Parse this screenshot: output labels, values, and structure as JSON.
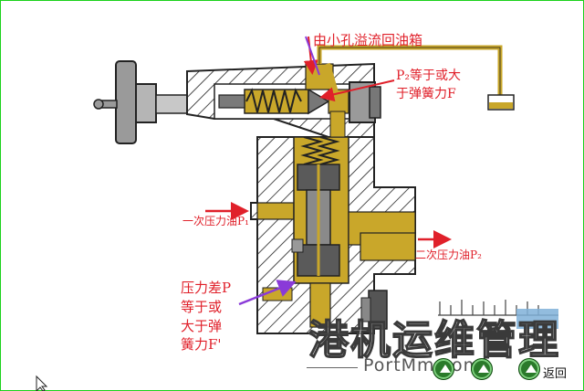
{
  "labels": {
    "overflow_to_tank": "由小孔溢流回油箱",
    "p2_vs_spring_line1": "P₂等于或大",
    "p2_vs_spring_line2": "于弹簧力F",
    "primary_oil": "一次压力油P₁",
    "secondary_oil": "二次压力油P₂",
    "diff_line1": "压力差P",
    "diff_line2": "等于或",
    "diff_line3": "大于弹",
    "diff_line4": "簧力F'"
  },
  "watermark": {
    "title": "港机运维管理",
    "url": "PortMm.com"
  },
  "nav": {
    "return_label": "返回"
  },
  "colors": {
    "oil": "#c9a72a",
    "oil_dark": "#a8860f",
    "red_arrow": "#e0202a",
    "purple_arrow": "#8a3ad8",
    "frame": "#1bd21b",
    "nav_green": "#2a7a2a"
  },
  "icons": [
    "cursor-arrow-icon",
    "nav-up-icon",
    "return-icon"
  ]
}
